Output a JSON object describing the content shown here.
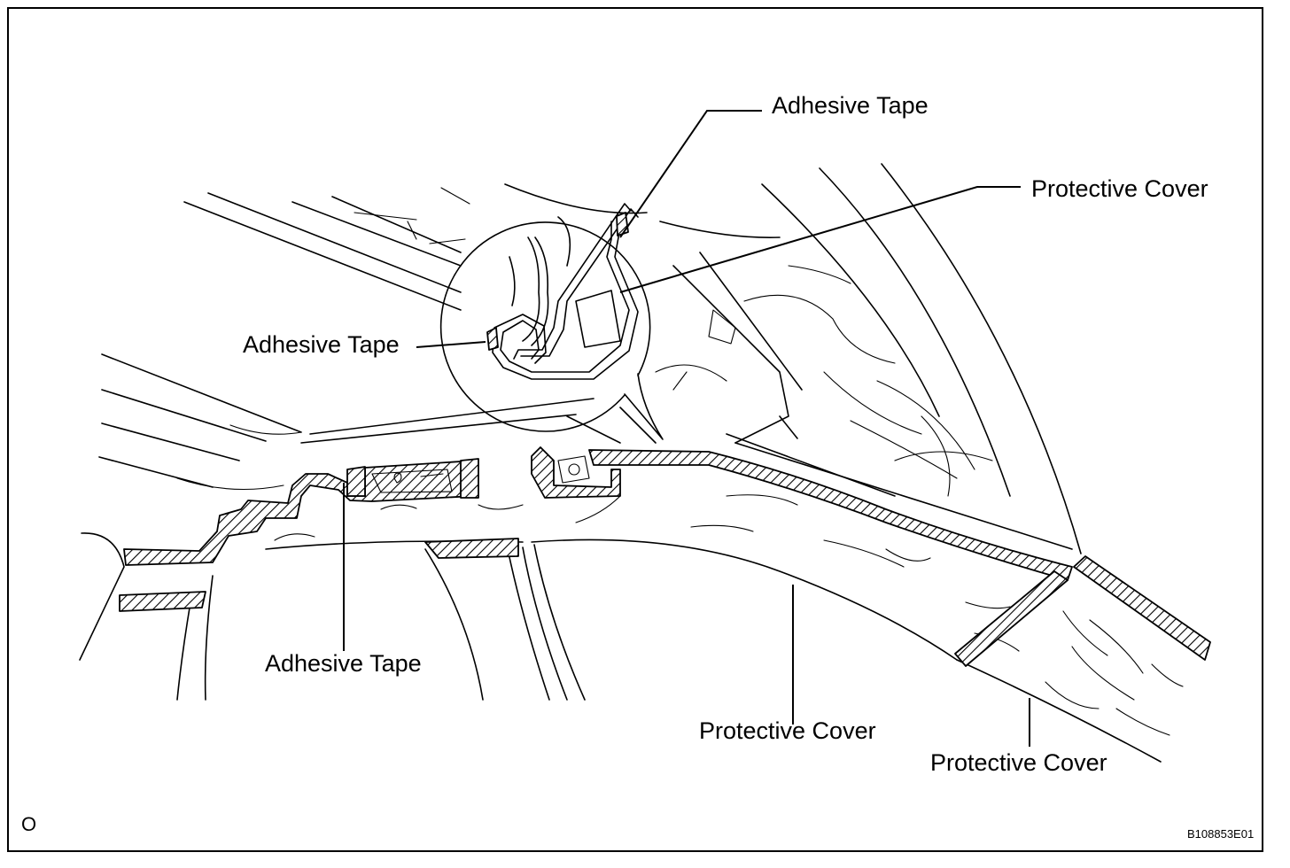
{
  "labels": {
    "adhesive_tape_top": "Adhesive Tape",
    "protective_cover_top": "Protective Cover",
    "adhesive_tape_left": "Adhesive Tape",
    "adhesive_tape_bottom": "Adhesive Tape",
    "protective_cover_mid": "Protective Cover",
    "protective_cover_right": "Protective Cover"
  },
  "corner_mark": "O",
  "figure_code": "B108853E01",
  "colors": {
    "line": "#000000",
    "background": "#ffffff"
  }
}
